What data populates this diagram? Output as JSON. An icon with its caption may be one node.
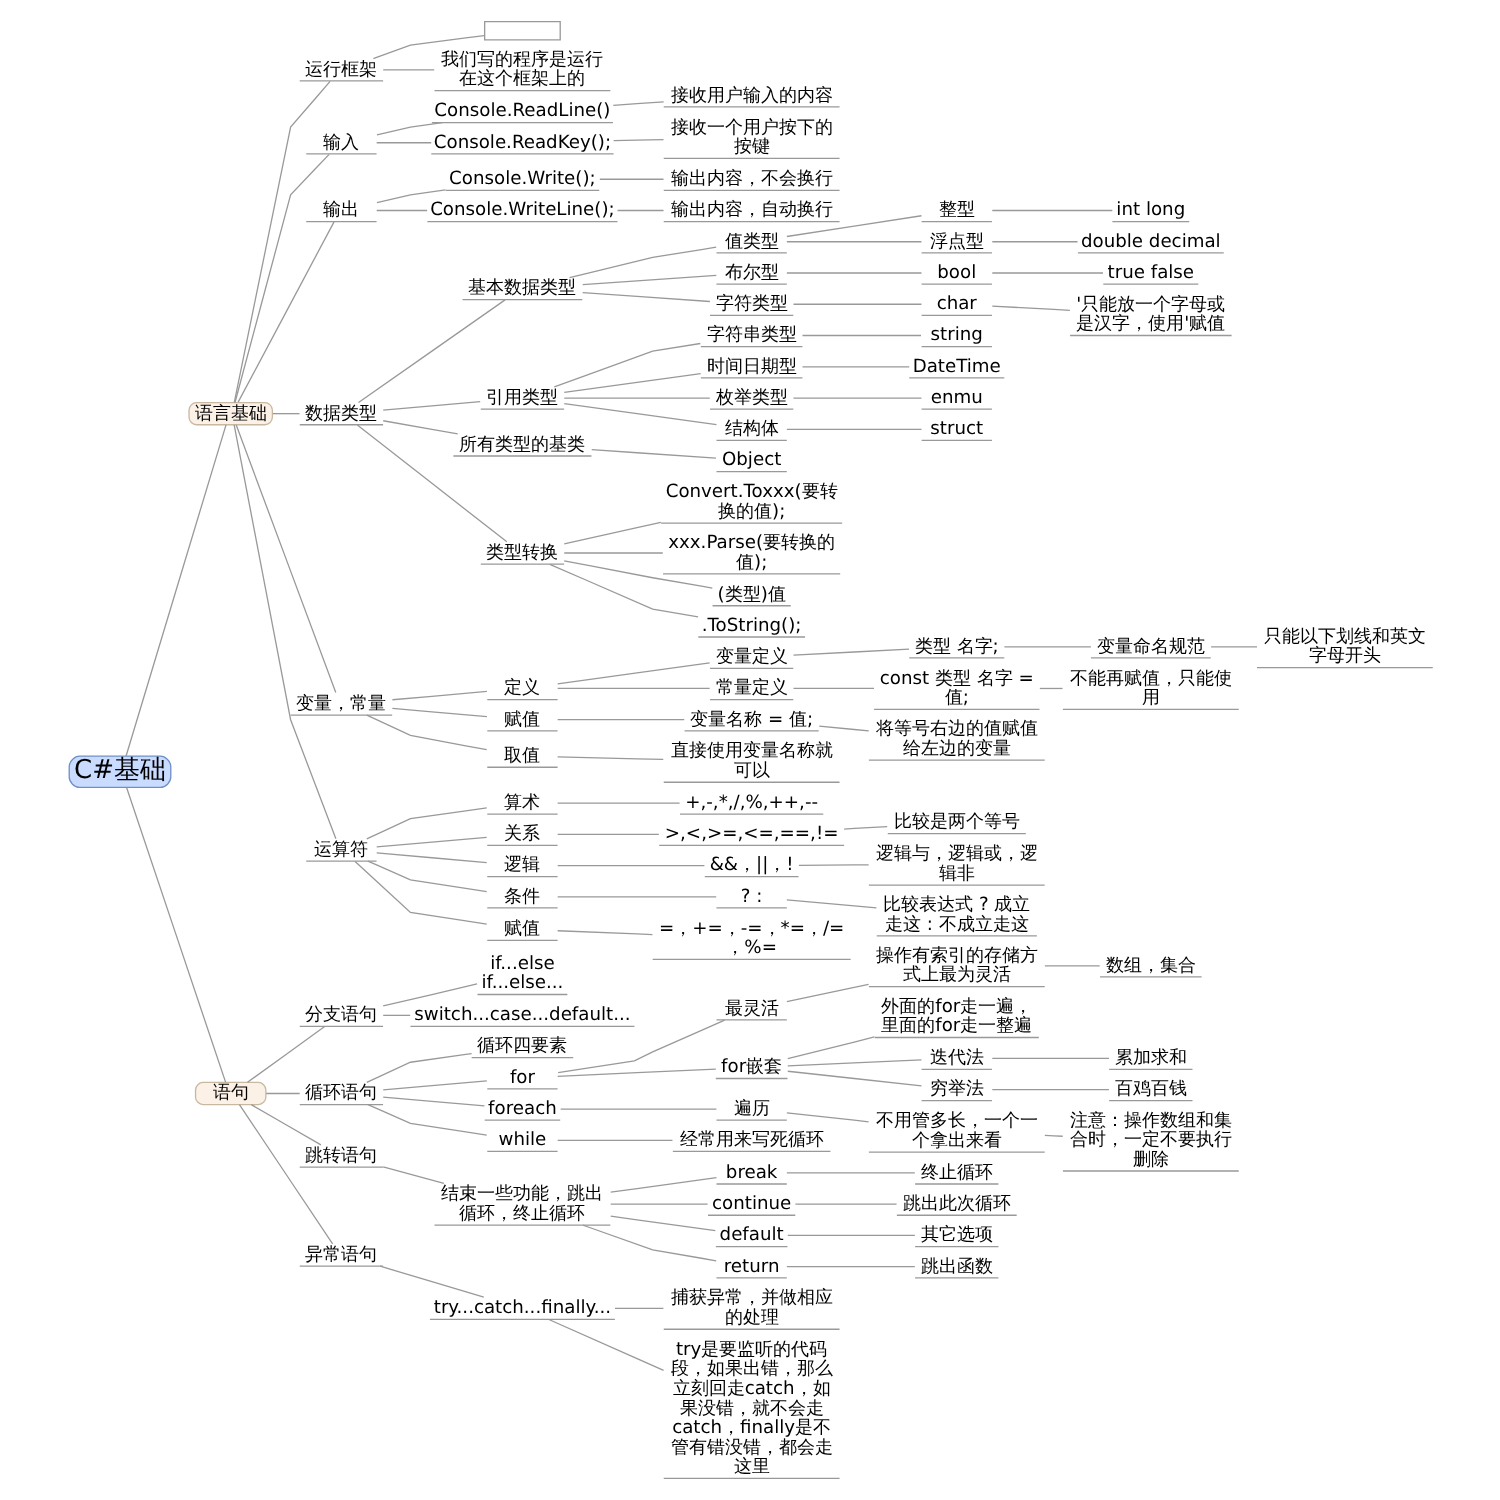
{
  "diagram": {
    "nodes": [
      {
        "text": [
          "C#基础"
        ]
      },
      {
        "text": [
          "语言基础"
        ]
      },
      {
        "text": [
          "运行框架"
        ]
      },
      {
        "text": [],
        "shape": "box"
      },
      {
        "text": [
          "我们写的程序是运行在这个框架上的"
        ]
      },
      {
        "text": [
          "输入"
        ]
      },
      {
        "text": [
          "Console.ReadLine()"
        ]
      },
      {
        "text": [
          "接收用户输入的内容"
        ]
      },
      {
        "text": [
          "Console.ReadKey();"
        ]
      },
      {
        "text": [
          "接收一个用户按下的按键"
        ]
      },
      {
        "text": [
          "输出"
        ]
      },
      {
        "text": [
          "Console.Write();"
        ]
      },
      {
        "text": [
          "输出内容，不会换行"
        ]
      },
      {
        "text": [
          "Console.WriteLine();"
        ]
      },
      {
        "text": [
          "输出内容，自动换行"
        ]
      },
      {
        "text": [
          "数据类型"
        ]
      },
      {
        "text": [
          "基本数据类型"
        ]
      },
      {
        "text": [
          "值类型"
        ]
      },
      {
        "text": [
          "整型"
        ]
      },
      {
        "text": [
          "int long"
        ]
      },
      {
        "text": [
          "浮点型"
        ]
      },
      {
        "text": [
          "double decimal"
        ]
      },
      {
        "text": [
          "布尔型"
        ]
      },
      {
        "text": [
          "bool"
        ]
      },
      {
        "text": [
          "true false"
        ]
      },
      {
        "text": [
          "字符类型"
        ]
      },
      {
        "text": [
          "char"
        ]
      },
      {
        "text": [
          "'只能放一个字母或是汉字，使用'赋值"
        ]
      },
      {
        "text": [
          "引用类型"
        ]
      },
      {
        "text": [
          "字符串类型"
        ]
      },
      {
        "text": [
          "string"
        ]
      },
      {
        "text": [
          "时间日期型"
        ]
      },
      {
        "text": [
          "DateTime"
        ]
      },
      {
        "text": [
          "枚举类型"
        ]
      },
      {
        "text": [
          "enmu"
        ]
      },
      {
        "text": [
          "结构体"
        ]
      },
      {
        "text": [
          "struct"
        ]
      },
      {
        "text": [
          "所有类型的基类"
        ]
      },
      {
        "text": [
          "Object"
        ]
      },
      {
        "text": [
          "类型转换"
        ]
      },
      {
        "text": [
          "Convert.Toxxx(要转换的值);"
        ]
      },
      {
        "text": [
          "xxx.Parse(要转换的值);"
        ]
      },
      {
        "text": [
          "(类型)值"
        ]
      },
      {
        "text": [
          ".ToString();"
        ]
      },
      {
        "text": [
          "变量，常量"
        ]
      },
      {
        "text": [
          "定义"
        ]
      },
      {
        "text": [
          "变量定义"
        ]
      },
      {
        "text": [
          "类型 名字;"
        ]
      },
      {
        "text": [
          "变量命名规范"
        ]
      },
      {
        "text": [
          "只能以下划线和英文字母开头"
        ]
      },
      {
        "text": [
          "常量定义"
        ]
      },
      {
        "text": [
          "const 类型 名字 = 值;"
        ]
      },
      {
        "text": [
          "不能再赋值，只能使用"
        ]
      },
      {
        "text": [
          "赋值"
        ]
      },
      {
        "text": [
          "变量名称 = 值;"
        ]
      },
      {
        "text": [
          "将等号右边的值赋值给左边的变量"
        ]
      },
      {
        "text": [
          "取值"
        ]
      },
      {
        "text": [
          "直接使用变量名称就可以"
        ]
      },
      {
        "text": [
          "运算符"
        ]
      },
      {
        "text": [
          "算术"
        ]
      },
      {
        "text": [
          "+,-,*,/,%,++,--"
        ]
      },
      {
        "text": [
          "关系"
        ]
      },
      {
        "text": [
          ">,<,>=,<=,==,!="
        ]
      },
      {
        "text": [
          "比较是两个等号"
        ]
      },
      {
        "text": [
          "逻辑"
        ]
      },
      {
        "text": [
          "&&，||，!"
        ]
      },
      {
        "text": [
          "逻辑与，逻辑或，逻辑非"
        ]
      },
      {
        "text": [
          "条件"
        ]
      },
      {
        "text": [
          "? :"
        ]
      },
      {
        "text": [
          "比较表达式 ? 成立走这 : 不成立走这"
        ]
      },
      {
        "text": [
          "赋值"
        ]
      },
      {
        "text": [
          "=，+=，-=，*=，/=，%="
        ]
      },
      {
        "text": [
          "语句"
        ]
      },
      {
        "text": [
          "分支语句"
        ]
      },
      {
        "text": [
          "if...else if...else..."
        ]
      },
      {
        "text": [
          "switch...case...default..."
        ]
      },
      {
        "text": [
          "循环语句"
        ]
      },
      {
        "text": [
          "循环四要素"
        ]
      },
      {
        "text": [
          "for"
        ]
      },
      {
        "text": [
          "最灵活"
        ]
      },
      {
        "text": [
          "操作有索引的存储方式上最为灵活"
        ]
      },
      {
        "text": [
          "数组，集合"
        ]
      },
      {
        "text": [
          "for嵌套"
        ]
      },
      {
        "text": [
          "外面的for走一遍，里面的for走一整遍"
        ]
      },
      {
        "text": [
          "迭代法"
        ]
      },
      {
        "text": [
          "累加求和"
        ]
      },
      {
        "text": [
          "穷举法"
        ]
      },
      {
        "text": [
          "百鸡百钱"
        ]
      },
      {
        "text": [
          "foreach"
        ]
      },
      {
        "text": [
          "遍历"
        ]
      },
      {
        "text": [
          "不用管多长，一个一个拿出来看"
        ]
      },
      {
        "text": [
          "注意：操作数组和集合时，一定不要执行删除"
        ]
      },
      {
        "text": [
          "while"
        ]
      },
      {
        "text": [
          "经常用来写死循环"
        ]
      },
      {
        "text": [
          "跳转语句"
        ]
      },
      {
        "text": [
          "结束一些功能，跳出循环，终止循环"
        ]
      },
      {
        "text": [
          "break"
        ]
      },
      {
        "text": [
          "终止循环"
        ]
      },
      {
        "text": [
          "continue"
        ]
      },
      {
        "text": [
          "跳出此次循环"
        ]
      },
      {
        "text": [
          "default"
        ]
      },
      {
        "text": [
          "其它选项"
        ]
      },
      {
        "text": [
          "return"
        ]
      },
      {
        "text": [
          "跳出函数"
        ]
      },
      {
        "text": [
          "异常语句"
        ]
      },
      {
        "text": [
          "try...catch...finally..."
        ]
      },
      {
        "text": [
          "捕获异常，并做相应的处理"
        ]
      },
      {
        "text": [
          "try是要监听的代码段，如果出错，那么立刻回走catch，如果没错，就不会走catch，finally是不管有错没错，都会走这里"
        ]
      }
    ],
    "edges": [
      {
        "from": 0,
        "to": 1,
        "arrow": "none"
      },
      {
        "from": 1,
        "to": 2,
        "arrow": "none"
      },
      {
        "from": 2,
        "to": 3,
        "arrow": "none"
      },
      {
        "from": 2,
        "to": 4,
        "arrow": "none"
      },
      {
        "from": 1,
        "to": 5,
        "arrow": "none"
      },
      {
        "from": 5,
        "to": 6,
        "arrow": "none"
      },
      {
        "from": 6,
        "to": 7,
        "arrow": "none"
      },
      {
        "from": 5,
        "to": 8,
        "arrow": "none"
      },
      {
        "from": 8,
        "to": 9,
        "arrow": "none"
      },
      {
        "from": 1,
        "to": 10,
        "arrow": "none"
      },
      {
        "from": 10,
        "to": 11,
        "arrow": "none"
      },
      {
        "from": 11,
        "to": 12,
        "arrow": "none"
      },
      {
        "from": 10,
        "to": 13,
        "arrow": "none"
      },
      {
        "from": 13,
        "to": 14,
        "arrow": "none"
      },
      {
        "from": 1,
        "to": 15,
        "arrow": "none"
      },
      {
        "from": 15,
        "to": 16,
        "arrow": "none"
      },
      {
        "from": 16,
        "to": 17,
        "arrow": "none"
      },
      {
        "from": 17,
        "to": 18,
        "arrow": "none"
      },
      {
        "from": 18,
        "to": 19,
        "arrow": "none"
      },
      {
        "from": 17,
        "to": 20,
        "arrow": "none"
      },
      {
        "from": 20,
        "to": 21,
        "arrow": "none"
      },
      {
        "from": 16,
        "to": 22,
        "arrow": "none"
      },
      {
        "from": 22,
        "to": 23,
        "arrow": "none"
      },
      {
        "from": 23,
        "to": 24,
        "arrow": "none"
      },
      {
        "from": 16,
        "to": 25,
        "arrow": "none"
      },
      {
        "from": 25,
        "to": 26,
        "arrow": "none"
      },
      {
        "from": 26,
        "to": 27,
        "arrow": "none"
      },
      {
        "from": 15,
        "to": 28,
        "arrow": "none"
      },
      {
        "from": 28,
        "to": 29,
        "arrow": "none"
      },
      {
        "from": 29,
        "to": 30,
        "arrow": "none"
      },
      {
        "from": 28,
        "to": 31,
        "arrow": "none"
      },
      {
        "from": 31,
        "to": 32,
        "arrow": "none"
      },
      {
        "from": 28,
        "to": 33,
        "arrow": "none"
      },
      {
        "from": 33,
        "to": 34,
        "arrow": "none"
      },
      {
        "from": 28,
        "to": 35,
        "arrow": "none"
      },
      {
        "from": 35,
        "to": 36,
        "arrow": "none"
      },
      {
        "from": 15,
        "to": 37,
        "arrow": "none"
      },
      {
        "from": 37,
        "to": 38,
        "arrow": "none"
      },
      {
        "from": 15,
        "to": 39,
        "arrow": "none"
      },
      {
        "from": 39,
        "to": 40,
        "arrow": "none"
      },
      {
        "from": 39,
        "to": 41,
        "arrow": "none"
      },
      {
        "from": 39,
        "to": 42,
        "arrow": "none"
      },
      {
        "from": 39,
        "to": 43,
        "arrow": "none"
      },
      {
        "from": 1,
        "to": 44,
        "arrow": "none"
      },
      {
        "from": 44,
        "to": 45,
        "arrow": "none"
      },
      {
        "from": 45,
        "to": 46,
        "arrow": "none"
      },
      {
        "from": 46,
        "to": 47,
        "arrow": "none"
      },
      {
        "from": 47,
        "to": 48,
        "arrow": "none"
      },
      {
        "from": 48,
        "to": 49,
        "arrow": "none"
      },
      {
        "from": 45,
        "to": 50,
        "arrow": "none"
      },
      {
        "from": 50,
        "to": 51,
        "arrow": "none"
      },
      {
        "from": 51,
        "to": 52,
        "arrow": "none"
      },
      {
        "from": 44,
        "to": 53,
        "arrow": "none"
      },
      {
        "from": 53,
        "to": 54,
        "arrow": "none"
      },
      {
        "from": 54,
        "to": 55,
        "arrow": "none"
      },
      {
        "from": 44,
        "to": 56,
        "arrow": "none"
      },
      {
        "from": 56,
        "to": 57,
        "arrow": "none"
      },
      {
        "from": 1,
        "to": 58,
        "arrow": "none"
      },
      {
        "from": 58,
        "to": 59,
        "arrow": "none"
      },
      {
        "from": 59,
        "to": 60,
        "arrow": "none"
      },
      {
        "from": 58,
        "to": 61,
        "arrow": "none"
      },
      {
        "from": 61,
        "to": 62,
        "arrow": "none"
      },
      {
        "from": 62,
        "to": 63,
        "arrow": "none"
      },
      {
        "from": 58,
        "to": 64,
        "arrow": "none"
      },
      {
        "from": 64,
        "to": 65,
        "arrow": "none"
      },
      {
        "from": 65,
        "to": 66,
        "arrow": "none"
      },
      {
        "from": 58,
        "to": 67,
        "arrow": "none"
      },
      {
        "from": 67,
        "to": 68,
        "arrow": "none"
      },
      {
        "from": 68,
        "to": 69,
        "arrow": "none"
      },
      {
        "from": 58,
        "to": 70,
        "arrow": "none"
      },
      {
        "from": 70,
        "to": 71,
        "arrow": "none"
      },
      {
        "from": 0,
        "to": 72,
        "arrow": "none"
      },
      {
        "from": 72,
        "to": 73,
        "arrow": "none"
      },
      {
        "from": 73,
        "to": 74,
        "arrow": "none"
      },
      {
        "from": 73,
        "to": 75,
        "arrow": "none"
      },
      {
        "from": 72,
        "to": 76,
        "arrow": "none"
      },
      {
        "from": 76,
        "to": 77,
        "arrow": "none"
      },
      {
        "from": 76,
        "to": 78,
        "arrow": "none"
      },
      {
        "from": 78,
        "to": 79,
        "arrow": "none"
      },
      {
        "from": 79,
        "to": 80,
        "arrow": "none"
      },
      {
        "from": 80,
        "to": 81,
        "arrow": "none"
      },
      {
        "from": 78,
        "to": 82,
        "arrow": "none"
      },
      {
        "from": 82,
        "to": 83,
        "arrow": "none"
      },
      {
        "from": 82,
        "to": 84,
        "arrow": "none"
      },
      {
        "from": 84,
        "to": 85,
        "arrow": "none"
      },
      {
        "from": 82,
        "to": 86,
        "arrow": "none"
      },
      {
        "from": 86,
        "to": 87,
        "arrow": "none"
      },
      {
        "from": 76,
        "to": 88,
        "arrow": "none"
      },
      {
        "from": 88,
        "to": 89,
        "arrow": "none"
      },
      {
        "from": 89,
        "to": 90,
        "arrow": "none"
      },
      {
        "from": 90,
        "to": 91,
        "arrow": "none"
      },
      {
        "from": 76,
        "to": 92,
        "arrow": "none"
      },
      {
        "from": 92,
        "to": 93,
        "arrow": "none"
      },
      {
        "from": 72,
        "to": 94,
        "arrow": "none"
      },
      {
        "from": 94,
        "to": 95,
        "arrow": "none"
      },
      {
        "from": 95,
        "to": 96,
        "arrow": "none"
      },
      {
        "from": 96,
        "to": 97,
        "arrow": "none"
      },
      {
        "from": 95,
        "to": 98,
        "arrow": "none"
      },
      {
        "from": 98,
        "to": 99,
        "arrow": "none"
      },
      {
        "from": 95,
        "to": 100,
        "arrow": "none"
      },
      {
        "from": 100,
        "to": 101,
        "arrow": "none"
      },
      {
        "from": 95,
        "to": 102,
        "arrow": "none"
      },
      {
        "from": 102,
        "to": 103,
        "arrow": "none"
      },
      {
        "from": 72,
        "to": 104,
        "arrow": "none"
      },
      {
        "from": 104,
        "to": 105,
        "arrow": "none"
      },
      {
        "from": 105,
        "to": 106,
        "arrow": "none"
      },
      {
        "from": 105,
        "to": 107,
        "arrow": "none"
      }
    ]
  }
}
